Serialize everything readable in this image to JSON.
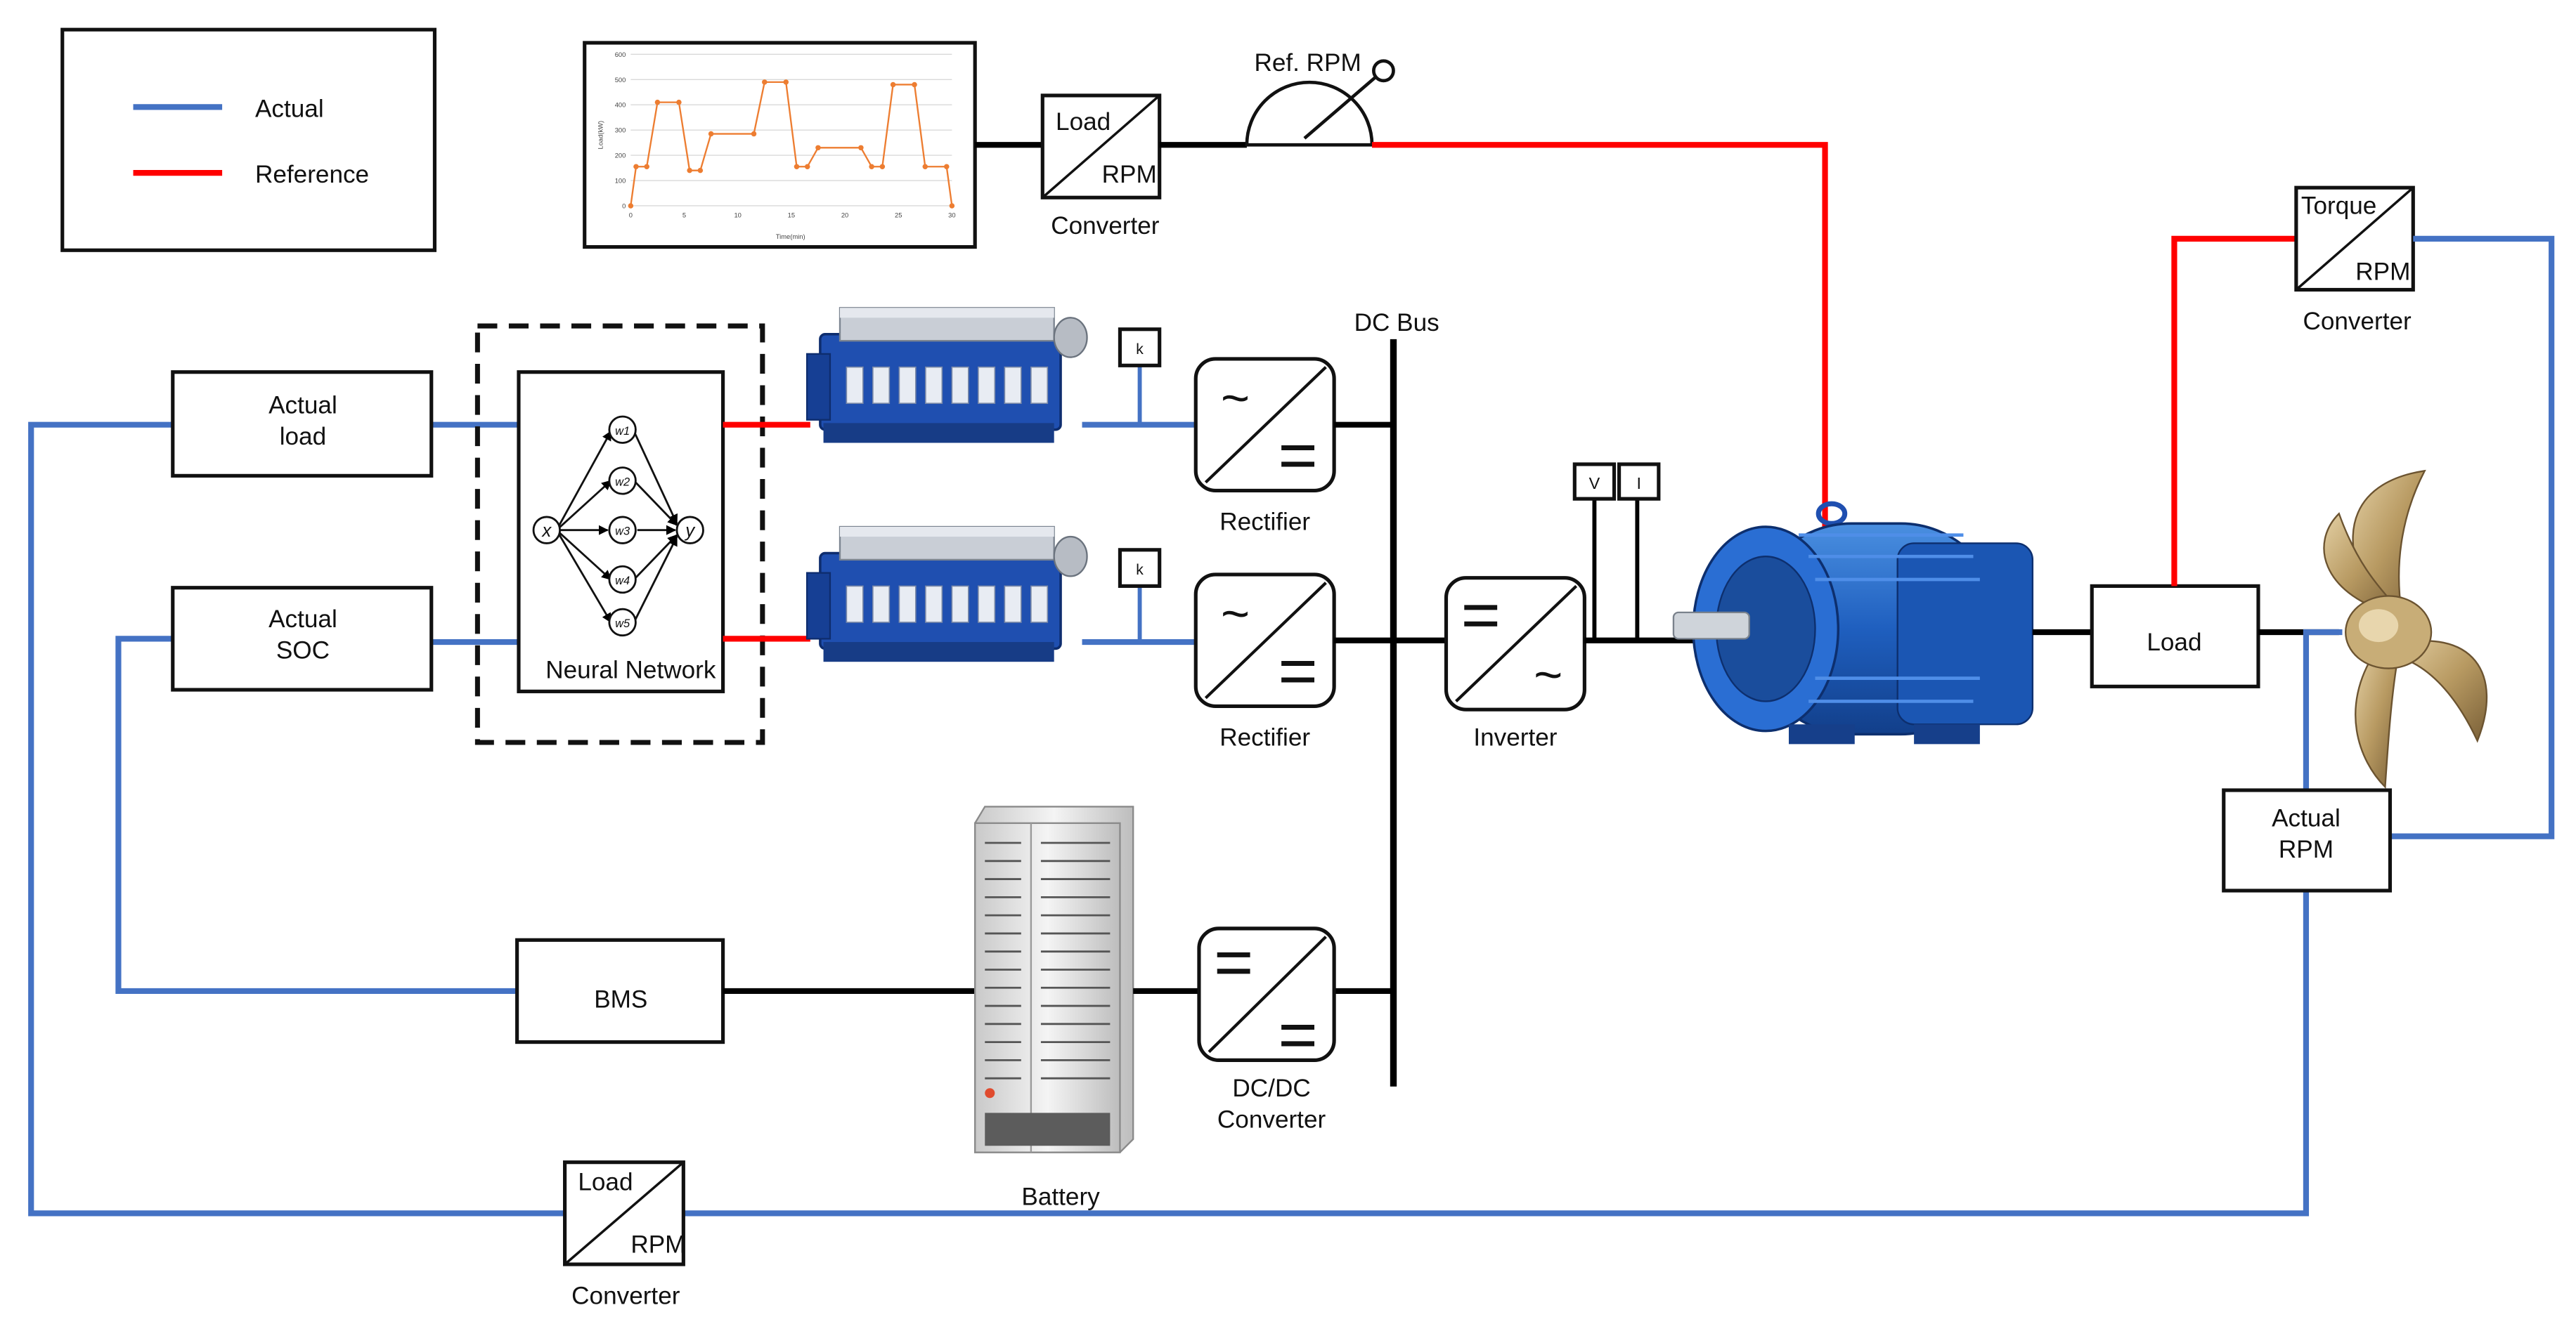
{
  "legend": {
    "actual_label": "Actual",
    "reference_label": "Reference",
    "actual_color": "#4472c4",
    "reference_color": "#ff0000"
  },
  "load_profile_chart": {
    "y_ticks": [
      "0",
      "100",
      "200",
      "300",
      "400",
      "500",
      "600"
    ],
    "x_ticks": [
      "0",
      "5",
      "10",
      "15",
      "20",
      "25",
      "30"
    ],
    "y_axis_label": "Load(kW)",
    "x_axis_label": "Time(min)"
  },
  "chart_data": {
    "type": "line",
    "xlabel": "Time(min)",
    "ylabel": "Load(kW)",
    "xlim": [
      0,
      30
    ],
    "ylim": [
      0,
      600
    ],
    "grid": true,
    "color": "#ed7d31",
    "x": [
      0,
      0.5,
      1.5,
      2.5,
      4.5,
      5.5,
      6.5,
      7.5,
      11.5,
      12.5,
      14.5,
      15.5,
      16.5,
      17.5,
      21.5,
      22.5,
      23.5,
      24.5,
      26.5,
      27.5,
      29.5,
      30
    ],
    "y": [
      0,
      155,
      155,
      410,
      410,
      140,
      140,
      285,
      285,
      490,
      490,
      155,
      155,
      230,
      230,
      155,
      155,
      480,
      480,
      155,
      155,
      0
    ]
  },
  "converters": {
    "top": {
      "in": "Load",
      "out": "RPM",
      "caption": "Converter"
    },
    "right": {
      "in": "Torque",
      "out": "RPM",
      "caption": "Converter"
    },
    "bottom": {
      "in": "Load",
      "out": "RPM",
      "caption": "Converter"
    }
  },
  "ref_rpm_label": "Ref. RPM",
  "boxes": {
    "actual_load": [
      "Actual",
      "load"
    ],
    "actual_soc": [
      "Actual",
      "SOC"
    ],
    "bms": "BMS",
    "load": "Load",
    "actual_rpm": [
      "Actual",
      "RPM"
    ]
  },
  "neural_network": {
    "label": "Neural Network",
    "input": "x",
    "output": "y",
    "weights": [
      "w1",
      "w2",
      "w3",
      "w4",
      "w5"
    ]
  },
  "gauge_label": "k",
  "power_electronics": {
    "rectifier_1": "Rectifier",
    "rectifier_2": "Rectifier",
    "inverter": "Inverter",
    "dcdc": [
      "DC/DC",
      "Converter"
    ],
    "dc_bus": "DC Bus"
  },
  "meters": {
    "voltage": "V",
    "current": "I"
  },
  "battery_label": "Battery",
  "icons": [
    "diesel-engine-icon",
    "electric-motor-icon",
    "propeller-icon",
    "battery-cabinet-icon"
  ]
}
